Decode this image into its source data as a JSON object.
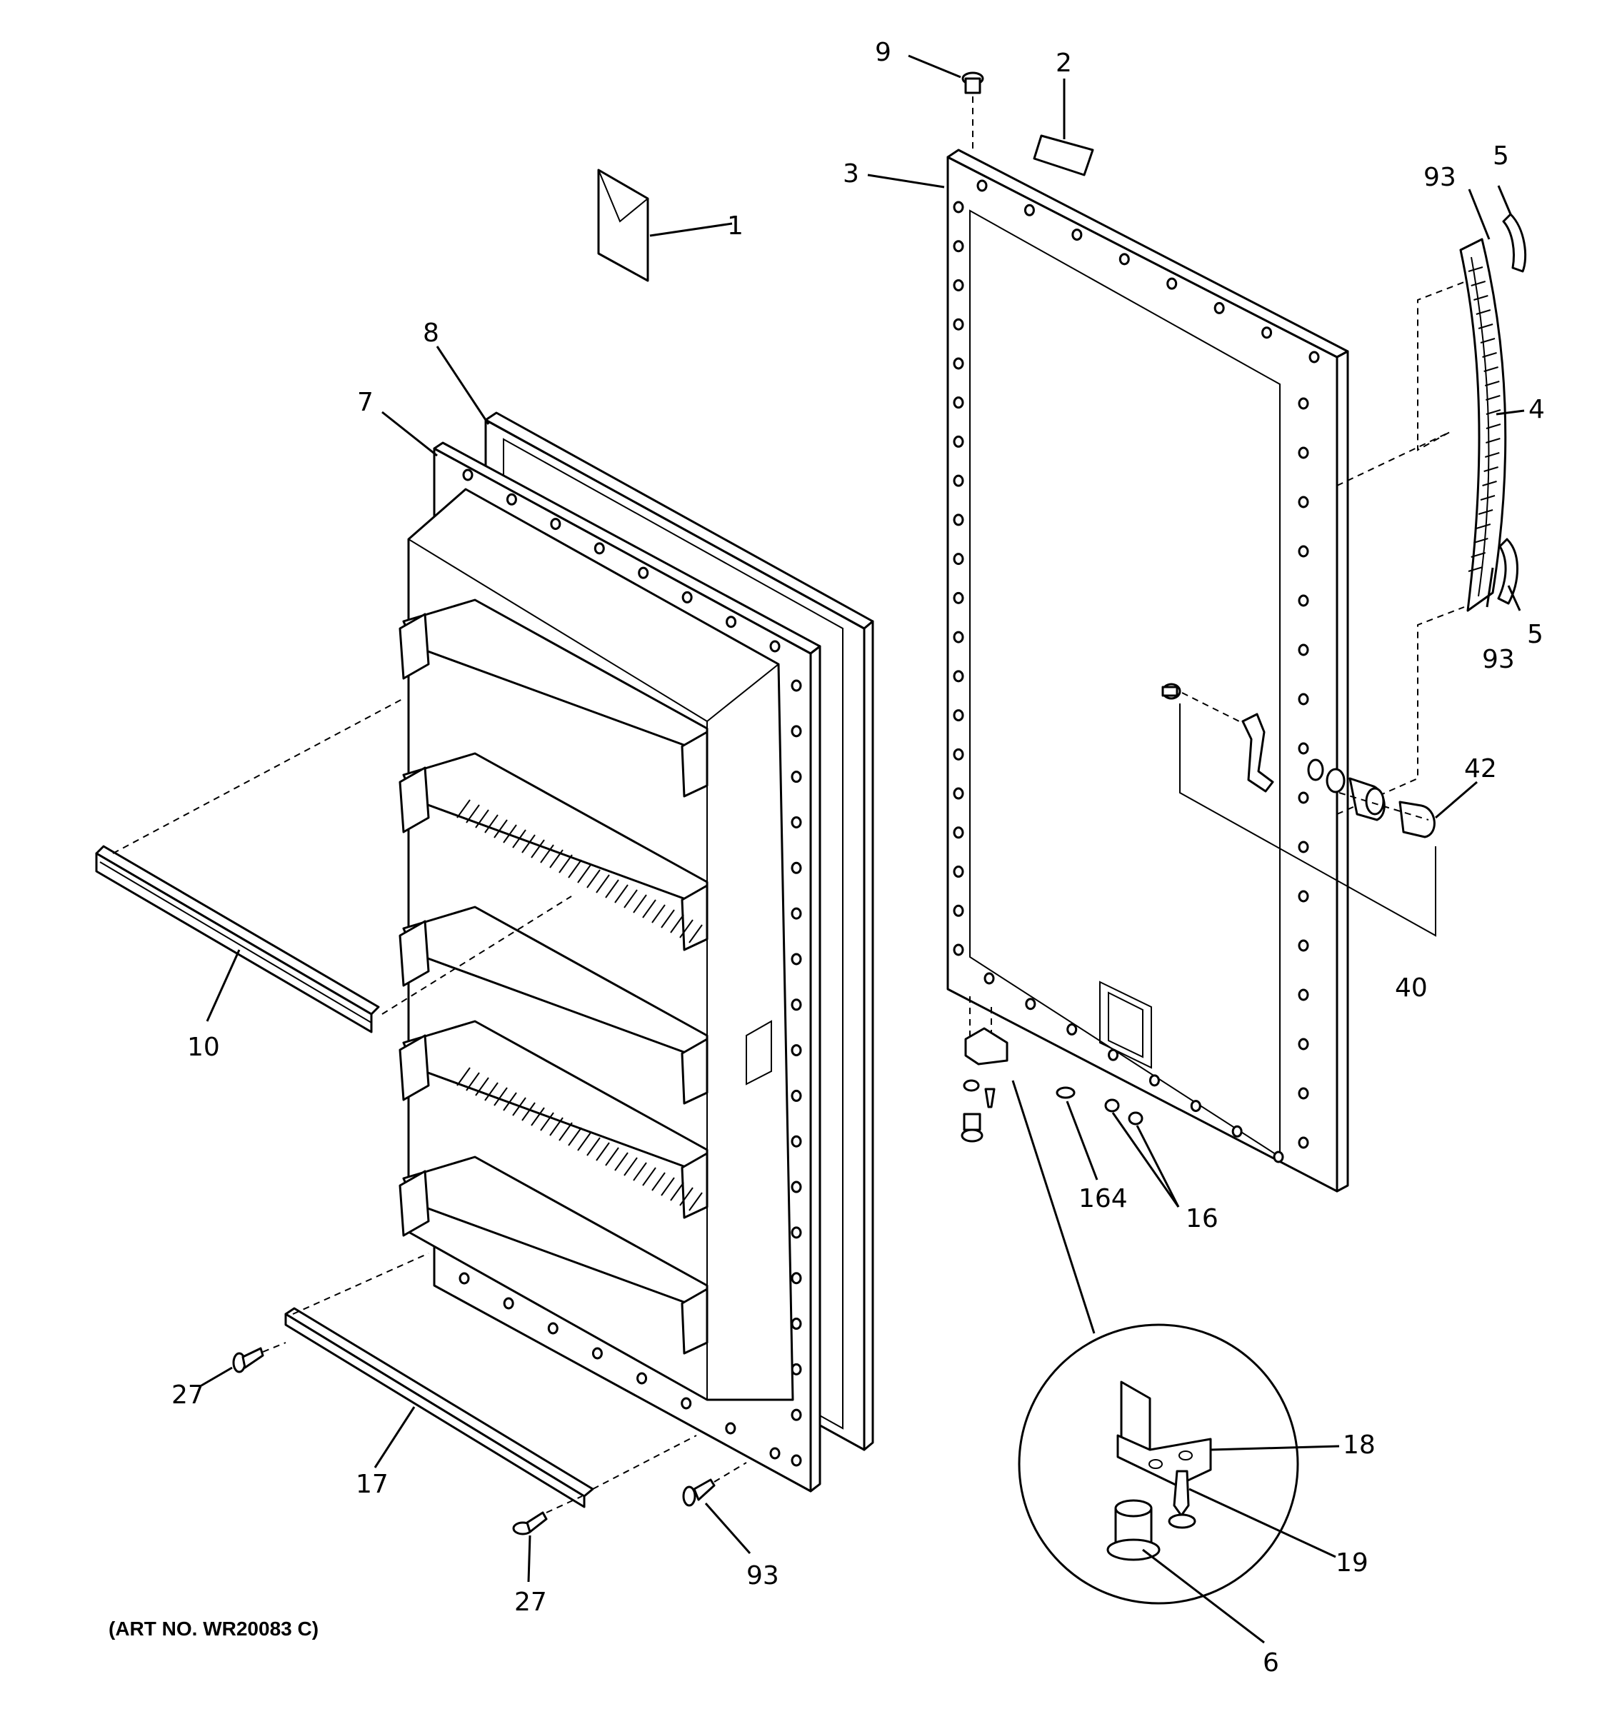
{
  "diagram": {
    "art_number": "(ART NO. WR20083 C)",
    "callouts": [
      {
        "id": "c1",
        "label": "1"
      },
      {
        "id": "c2",
        "label": "2"
      },
      {
        "id": "c3",
        "label": "3"
      },
      {
        "id": "c4",
        "label": "4"
      },
      {
        "id": "c5a",
        "label": "5"
      },
      {
        "id": "c5b",
        "label": "5"
      },
      {
        "id": "c6",
        "label": "6"
      },
      {
        "id": "c7",
        "label": "7"
      },
      {
        "id": "c8",
        "label": "8"
      },
      {
        "id": "c9",
        "label": "9"
      },
      {
        "id": "c10",
        "label": "10"
      },
      {
        "id": "c16",
        "label": "16"
      },
      {
        "id": "c17",
        "label": "17"
      },
      {
        "id": "c18",
        "label": "18"
      },
      {
        "id": "c19",
        "label": "19"
      },
      {
        "id": "c27a",
        "label": "27"
      },
      {
        "id": "c27b",
        "label": "27"
      },
      {
        "id": "c40",
        "label": "40"
      },
      {
        "id": "c42",
        "label": "42"
      },
      {
        "id": "c93a",
        "label": "93"
      },
      {
        "id": "c93b",
        "label": "93"
      },
      {
        "id": "c93c",
        "label": "93"
      },
      {
        "id": "c164",
        "label": "164"
      }
    ]
  }
}
